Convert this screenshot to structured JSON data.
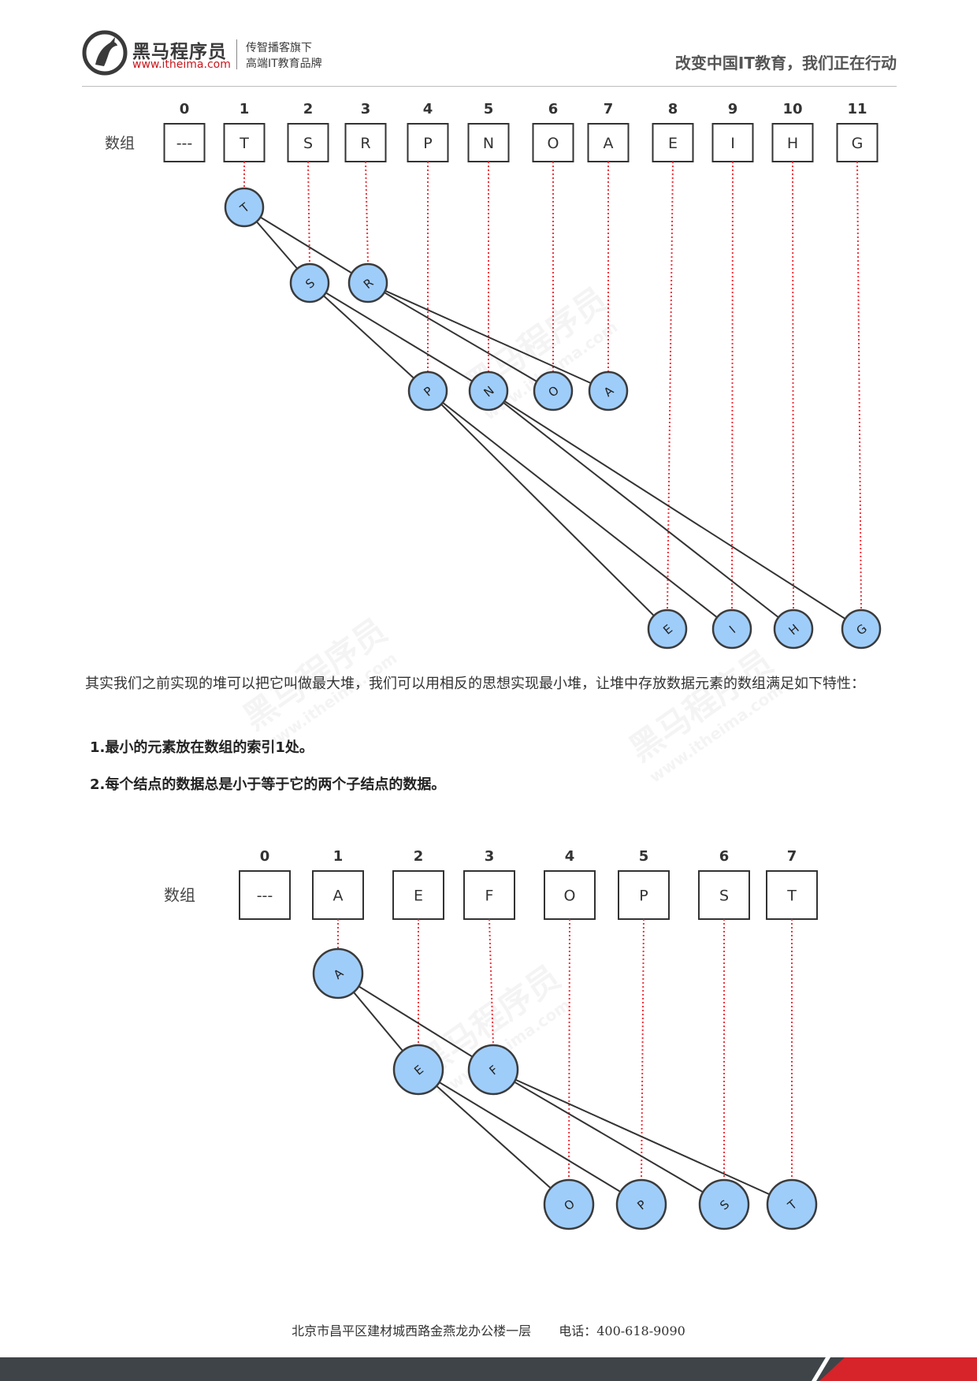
{
  "header": {
    "brand_name": "黑马程序员",
    "brand_url": "www.itheima.com",
    "tagline_line1": "传智播客旗下",
    "tagline_line2": "高端IT教育品牌",
    "slogan": "改变中国IT教育，我们正在行动"
  },
  "diagram_max_heap": {
    "row_label": "数组",
    "indices": [
      "0",
      "1",
      "2",
      "3",
      "4",
      "5",
      "6",
      "7",
      "8",
      "9",
      "10",
      "11"
    ],
    "cells": [
      "---",
      "T",
      "S",
      "R",
      "P",
      "N",
      "O",
      "A",
      "E",
      "I",
      "H",
      "G"
    ],
    "nodes": [
      "T",
      "S",
      "R",
      "P",
      "N",
      "O",
      "A",
      "E",
      "I",
      "H",
      "G"
    ]
  },
  "paragraph": "其实我们之前实现的堆可以把它叫做最大堆，我们可以用相反的思想实现最小堆，让堆中存放数据元素的数组满足如下特性：",
  "rules": [
    "1.最小的元素放在数组的索引1处。",
    "2.每个结点的数据总是小于等于它的两个子结点的数据。"
  ],
  "diagram_min_heap": {
    "row_label": "数组",
    "indices": [
      "0",
      "1",
      "2",
      "3",
      "4",
      "5",
      "6",
      "7"
    ],
    "cells": [
      "---",
      "A",
      "E",
      "F",
      "O",
      "P",
      "S",
      "T"
    ],
    "nodes": [
      "A",
      "E",
      "F",
      "O",
      "P",
      "S",
      "T"
    ]
  },
  "watermark": {
    "text": "黑马程序员",
    "url": "www.itheima.com"
  },
  "footer": {
    "address": "北京市昌平区建材城西路金燕龙办公楼一层",
    "phone": "电话：400-618-9090"
  },
  "colors": {
    "node_fill": "#9fcdfa",
    "node_stroke": "#3b3b3b",
    "dotted_line": "#f0323a",
    "footer_dark": "#3f4448",
    "footer_red": "#d7232a",
    "brand_red": "#c8161d"
  }
}
